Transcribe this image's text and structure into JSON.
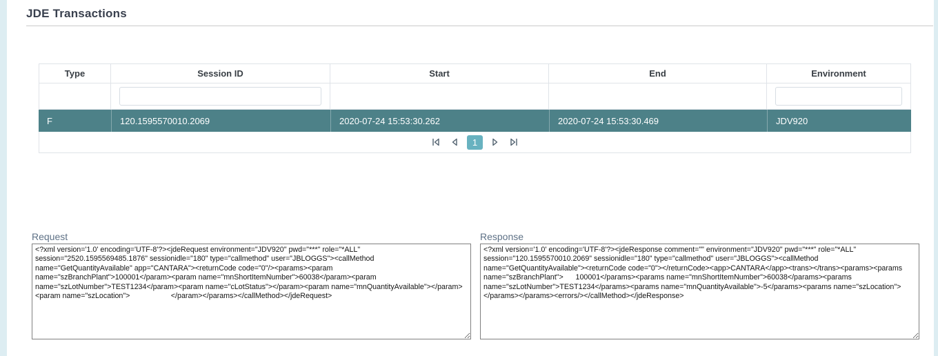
{
  "page": {
    "title": "JDE Transactions"
  },
  "table": {
    "columns": [
      "Type",
      "Session ID",
      "Start",
      "End",
      "Environment"
    ],
    "filters": {
      "session_id_value": "",
      "environment_value": ""
    },
    "rows": [
      {
        "type": "F",
        "session_id": "120.1595570010.2069",
        "start": "2020-07-24 15:53:30.262",
        "end": "2020-07-24 15:53:30.469",
        "environment": "JDV920"
      }
    ],
    "paginator": {
      "current_page": "1",
      "icons": {
        "first": "page-first-icon",
        "prev": "page-prev-icon",
        "next": "page-next-icon",
        "last": "page-last-icon"
      }
    }
  },
  "panels": {
    "request": {
      "label": "Request",
      "value": "<?xml version='1.0' encoding='UTF-8'?><jdeRequest environment=\"JDV920\" pwd=\"***\" role=\"*ALL\" session=\"2520.1595569485.1876\" sessionidle=\"180\" type=\"callmethod\" user=\"JBLOGGS\"><callMethod name=\"GetQuantityAvailable\" app=\"CANTARA\"><returnCode code=\"0\"/><params><param name=\"szBranchPlant\">100001</param><param name=\"mnShortItemNumber\">60038</param><param name=\"szLotNumber\">TEST1234</param><param name=\"cLotStatus\"></param><param name=\"mnQuantityAvailable\"></param><param name=\"szLocation\">                    </param></params></callMethod></jdeRequest>"
    },
    "response": {
      "label": "Response",
      "value": "<?xml version='1.0' encoding='UTF-8'?><jdeResponse comment=\"\" environment=\"JDV920\" pwd=\"***\" role=\"*ALL\" session=\"120.1595570010.2069\" sessionidle=\"180\" type=\"callmethod\" user=\"JBLOGGS\"><callMethod name=\"GetQuantityAvailable\"><returnCode code=\"0\"></returnCode><app>CANTARA</app><trans></trans><params><params name=\"szBranchPlant\">      100001</params><params name=\"mnShortItemNumber\">60038</params><params name=\"szLotNumber\">TEST1234</params><params name=\"mnQuantityAvailable\">-5</params><params name=\"szLocation\"></params></params><errors/></callMethod></jdeResponse>"
    }
  },
  "colors": {
    "selected_row": "#4D8188",
    "active_page": "#68B2C0",
    "page_background": "#DDEDF2"
  }
}
